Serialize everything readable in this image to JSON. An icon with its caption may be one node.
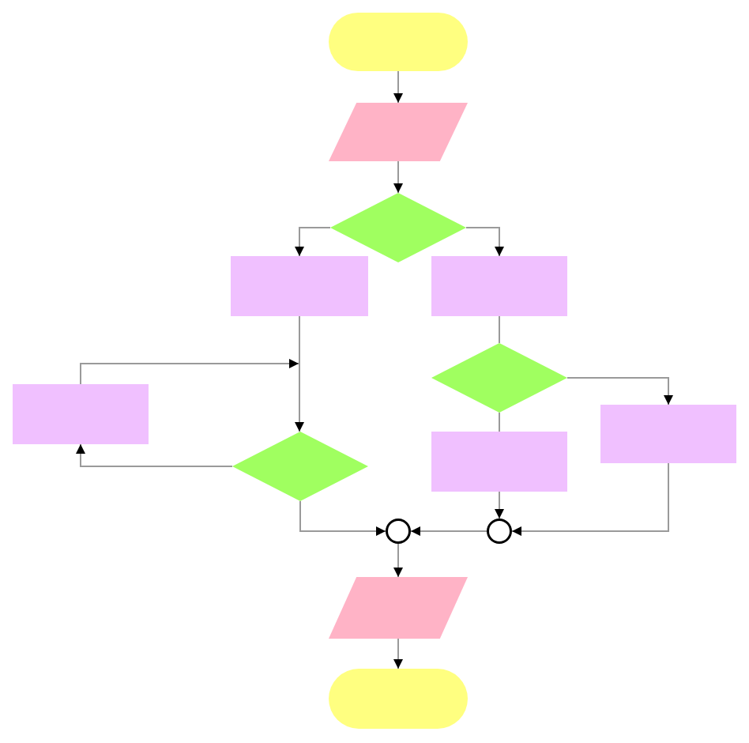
{
  "diagram": {
    "nodes": [
      {
        "text": [],
        "shape": "pill"
      },
      {
        "text": [],
        "shape": "parallelogram"
      },
      {
        "text": [],
        "shape": "diamond"
      },
      {
        "text": [],
        "shape": "box"
      },
      {
        "text": [],
        "shape": "box"
      },
      {
        "text": [],
        "shape": "box"
      },
      {
        "text": [],
        "shape": "diamond"
      },
      {
        "text": [],
        "shape": "diamond"
      },
      {
        "text": [],
        "shape": "box"
      },
      {
        "text": [],
        "shape": "box"
      },
      {
        "text": [],
        "shape": "circle"
      },
      {
        "text": [],
        "shape": "circle"
      },
      {
        "text": [],
        "shape": "parallelogram"
      },
      {
        "text": [],
        "shape": "pill"
      }
    ],
    "edges": [
      {
        "from": 0,
        "to": 1,
        "arrow": "to"
      },
      {
        "from": 1,
        "to": 2,
        "arrow": "to"
      },
      {
        "from": 2,
        "to": 3,
        "arrow": "to"
      },
      {
        "from": 2,
        "to": 4,
        "arrow": "to"
      },
      {
        "from": 3,
        "to": 7,
        "arrow": "to"
      },
      {
        "from": 7,
        "to": 5,
        "arrow": "to"
      },
      {
        "from": 5,
        "to": null,
        "arrow": "to"
      },
      {
        "from": 7,
        "to": 10,
        "arrow": "to"
      },
      {
        "from": 4,
        "to": 6,
        "arrow": "none"
      },
      {
        "from": 6,
        "to": 8,
        "arrow": "none"
      },
      {
        "from": 6,
        "to": 9,
        "arrow": "to"
      },
      {
        "from": 8,
        "to": 11,
        "arrow": "to"
      },
      {
        "from": 9,
        "to": 11,
        "arrow": "to"
      },
      {
        "from": 11,
        "to": 10,
        "arrow": "to"
      },
      {
        "from": 10,
        "to": 12,
        "arrow": "to"
      },
      {
        "from": 12,
        "to": 13,
        "arrow": "to"
      }
    ]
  }
}
